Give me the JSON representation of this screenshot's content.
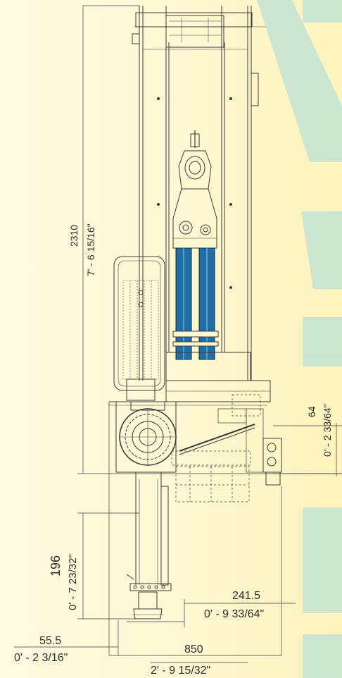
{
  "colors": {
    "background": "#fff8d2",
    "watermark": "#bfe0cf",
    "line": "#3a3a3a",
    "cylinder": "#1f6fa6"
  },
  "dimensions": {
    "total_height_mm": "2310",
    "total_height_imperial": "7' - 6 15/16\"",
    "right_offset_mm": "64",
    "right_offset_imperial": "0' - 2 33/64\"",
    "lower_height_mm": "196",
    "lower_height_imperial": "0' - 7 23/32\"",
    "base_offset_mm": "241.5",
    "base_offset_imperial": "0' - 9 33/64\"",
    "left_offset_mm": "55.5",
    "left_offset_imperial": "0' - 2 3/16\"",
    "total_width_mm": "850",
    "total_width_imperial": "2' - 9 15/32\""
  }
}
